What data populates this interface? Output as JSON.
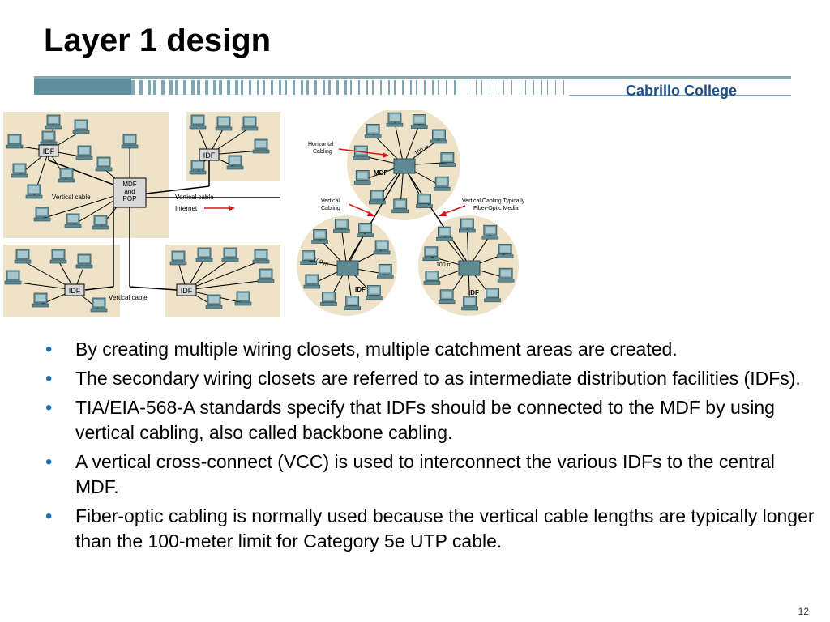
{
  "slide": {
    "title": "Layer 1 design",
    "brand": "Cabrillo College",
    "page_number": "12"
  },
  "diagram_left": {
    "idf_label": "IDF",
    "mdf_lines": [
      "MDF",
      "and",
      "POP"
    ],
    "vertical_cable": "Vertical cable",
    "internet": "Internet"
  },
  "diagram_right": {
    "horizontal_cabling": [
      "Horizontal",
      "Cabling"
    ],
    "vertical_cabling": [
      "Vertical",
      "Cabling"
    ],
    "fiber_note": [
      "Vertical Cabling Typically",
      "Fiber-Optic Media"
    ],
    "mdf": "MDF",
    "idf": "IDF",
    "distance": "100 m"
  },
  "bullets": [
    "By creating multiple wiring closets, multiple catchment areas are created.",
    "The secondary wiring closets are referred to as intermediate distribution facilities (IDFs).",
    "TIA/EIA-568-A standards specify that IDFs should be connected to the MDF by using vertical cabling, also called backbone cabling.",
    "A vertical cross-connect (VCC) is used to interconnect the various IDFs to the central MDF.",
    "Fiber-optic cabling is normally used because the vertical cable lengths are typically longer than the 100-meter limit for Category 5e UTP cable."
  ],
  "colors": {
    "accent_blue": "#1f6fb0",
    "brand_blue": "#1f4f86",
    "area_tan": "#eee3c8",
    "header_teal": "#7fa8b4",
    "arrow_red": "#d01818"
  }
}
